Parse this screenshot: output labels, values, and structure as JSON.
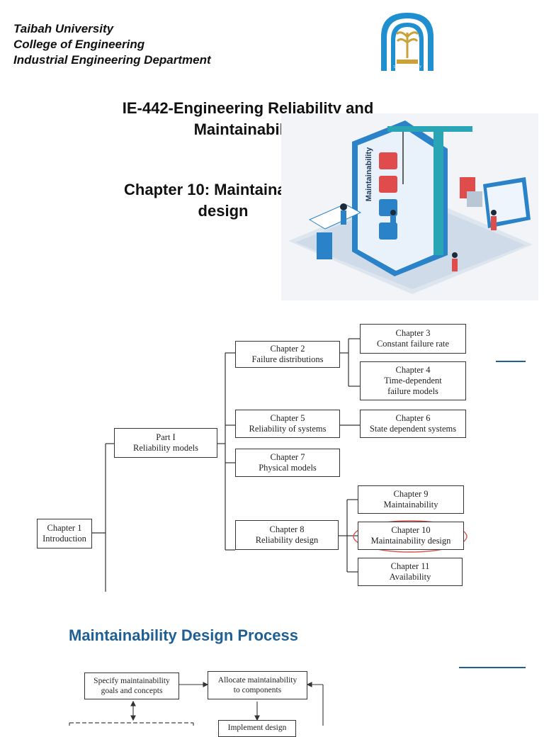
{
  "header": {
    "line1": "Taibah University",
    "line2": "College of Engineering",
    "line3": "Industrial Engineering Department"
  },
  "slide1": {
    "title_line1": "IE-442-Engineering Reliability and",
    "title_line2": "Maintainability",
    "chapter_line1": "Chapter 10: Maintainability",
    "chapter_line2": "design",
    "illustration_label": "Maintainability",
    "logo_caption": "TAIBAH UNIVERSITY"
  },
  "book_map": {
    "ch1": [
      "Chapter 1",
      "Introduction"
    ],
    "part1": [
      "Part I",
      "Reliability models"
    ],
    "ch2": [
      "Chapter 2",
      "Failure distributions"
    ],
    "ch3": [
      "Chapter 3",
      "Constant failure rate"
    ],
    "ch4": [
      "Chapter 4",
      "Time-dependent",
      "failure models"
    ],
    "ch5": [
      "Chapter 5",
      "Reliability of systems"
    ],
    "ch6": [
      "Chapter 6",
      "State dependent systems"
    ],
    "ch7": [
      "Chapter 7",
      "Physical models"
    ],
    "ch8": [
      "Chapter 8",
      "Reliability design"
    ],
    "ch9": [
      "Chapter 9",
      "Maintainability"
    ],
    "ch10": [
      "Chapter 10",
      "Maintainability design"
    ],
    "ch11": [
      "Chapter 11",
      "Availability"
    ]
  },
  "process": {
    "title": "Maintainability Design Process",
    "box1": [
      "Specify maintainability",
      "goals and concepts"
    ],
    "box2": [
      "Allocate maintainability",
      "to components"
    ],
    "box3": [
      "Implement design"
    ]
  },
  "colors": {
    "accent_blue": "#1f5f93",
    "highlight_red": "#d9534f",
    "logo_blue": "#1f8fd0",
    "logo_gold": "#c9a23a"
  }
}
